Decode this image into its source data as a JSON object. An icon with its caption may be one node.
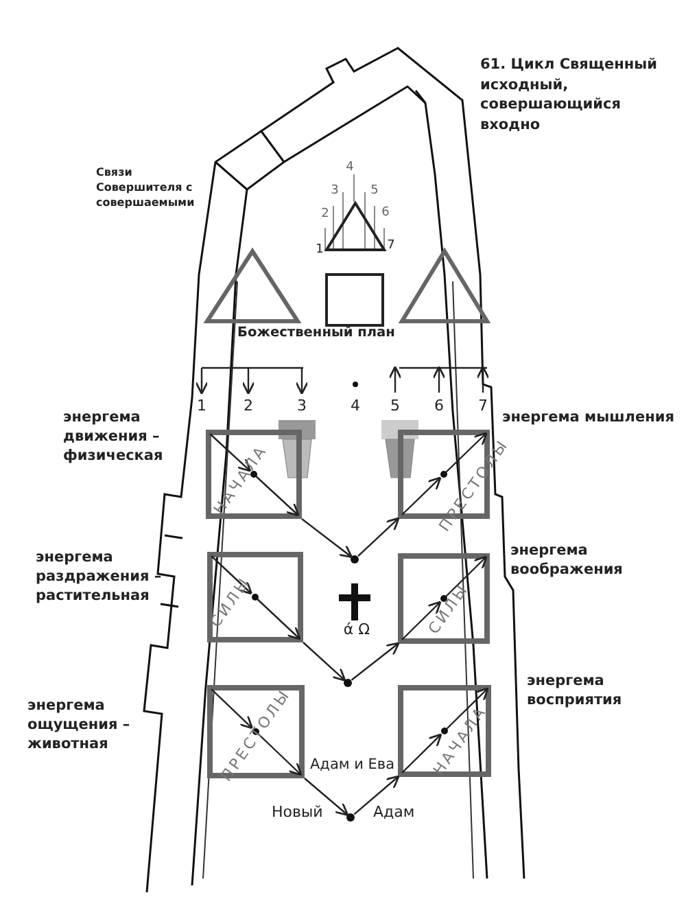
{
  "diagram": {
    "title": "61. Цикл Священный исходный, совершающийся входно",
    "nodes": [
      {
        "text": [],
        "shape": "triangle",
        "beside": [
          "1",
          "2",
          "3",
          "4",
          "5",
          "6",
          "7"
        ]
      },
      {
        "text": [],
        "shape": "triangle"
      },
      {
        "text": [],
        "shape": "box"
      },
      {
        "text": [],
        "shape": "triangle"
      },
      {
        "text": [
          "1"
        ]
      },
      {
        "text": [
          "2"
        ]
      },
      {
        "text": [
          "3"
        ]
      },
      {
        "text": [
          "5"
        ]
      },
      {
        "text": [
          "6"
        ]
      },
      {
        "text": [
          "7"
        ]
      },
      {
        "text": [
          "НАЧАЛА"
        ]
      },
      {
        "text": [
          "ПРЕСТОЛЫ"
        ]
      },
      {
        "text": [],
        "shape": "circle"
      },
      {
        "text": [
          "СИЛЫ"
        ]
      },
      {
        "text": [
          "СИЛЫ"
        ]
      },
      {
        "text": [],
        "shape": "circle"
      },
      {
        "text": [
          "ПРЕСТОЛЫ"
        ]
      },
      {
        "text": [
          "НАЧАЛА"
        ]
      },
      {
        "text": [],
        "shape": "circle"
      }
    ],
    "edges": [
      {
        "from": null,
        "to": 4,
        "arrow": "to"
      },
      {
        "from": null,
        "to": 5,
        "arrow": "to"
      },
      {
        "from": null,
        "to": 6,
        "arrow": "to"
      },
      {
        "from": 7,
        "to": null,
        "arrow": "to"
      },
      {
        "from": 8,
        "to": null,
        "arrow": "to"
      },
      {
        "from": 9,
        "to": null,
        "arrow": "to"
      },
      {
        "from": 10,
        "to": 12,
        "arrow": "to"
      },
      {
        "from": 12,
        "to": 11,
        "arrow": "to"
      },
      {
        "from": 13,
        "to": 15,
        "arrow": "to"
      },
      {
        "from": 15,
        "to": 14,
        "arrow": "to"
      },
      {
        "from": 16,
        "to": 18,
        "arrow": "to"
      },
      {
        "from": 18,
        "to": 17,
        "arrow": "to"
      }
    ],
    "labels": [
      "Связи Совершителя с совершаемыми",
      "Божественный план",
      "4",
      "энергема движения – физическая",
      "энергема мышления",
      "энергема раздражения – растительная",
      "энергема воображения",
      "энергема восприятия",
      "энергема ощущения – животная",
      "ά Ω",
      "Адам и Ева",
      "Новый",
      "Адам"
    ]
  }
}
